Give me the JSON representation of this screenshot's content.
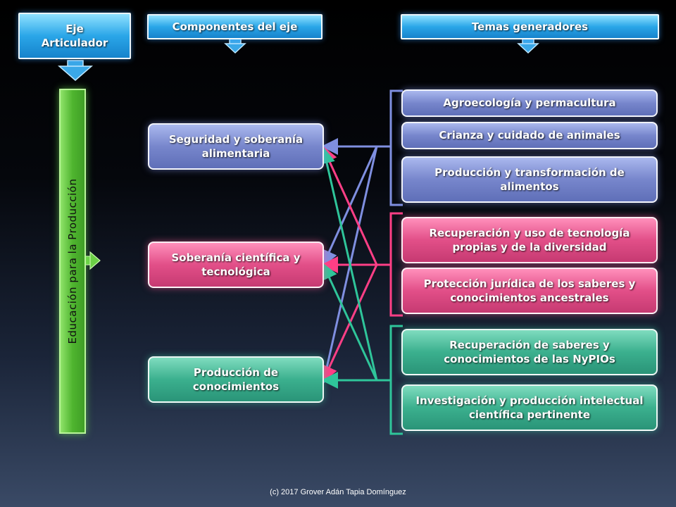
{
  "headers": {
    "eje": "Eje Articulador",
    "componentes": "Componentes del eje",
    "temas": "Temas generadores"
  },
  "eje_articulador": "Educación para la Producción",
  "componentes": [
    {
      "label": "Seguridad y soberanía alimentaria",
      "color": "#7786cc"
    },
    {
      "label": "Soberanía científica y tecnológica",
      "color": "#e24f88"
    },
    {
      "label": "Producción de conocimientos",
      "color": "#3bb08e"
    }
  ],
  "temas": [
    {
      "label": "Agroecología y permacultura",
      "group": 0
    },
    {
      "label": "Crianza y cuidado de animales",
      "group": 0
    },
    {
      "label": "Producción y transformación de alimentos",
      "group": 0
    },
    {
      "label": "Recuperación y uso de tecnología propias y de la diversidad",
      "group": 1
    },
    {
      "label": "Protección jurídica de los saberes y conocimientos ancestrales",
      "group": 1
    },
    {
      "label": "Recuperación de saberes y conocimientos de las NyPIOs",
      "group": 2
    },
    {
      "label": "Investigación y producción intelectual científica pertinente",
      "group": 2
    }
  ],
  "footer": "(c) 2017 Grover Adán Tapia Domínguez"
}
